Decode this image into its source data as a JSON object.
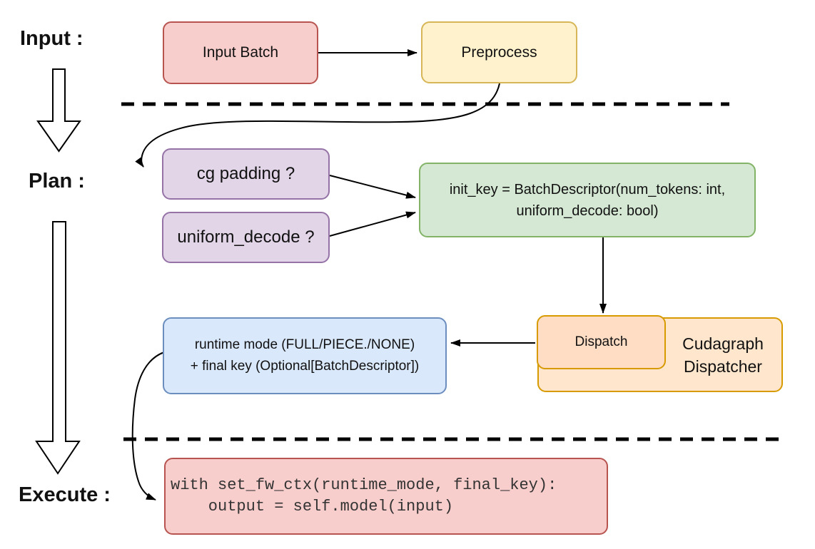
{
  "stages": {
    "input": "Input :",
    "plan": "Plan :",
    "execute": "Execute :"
  },
  "nodes": {
    "input_batch": {
      "label": "Input Batch"
    },
    "preprocess": {
      "label": "Preprocess"
    },
    "cg_padding": {
      "label": "cg padding ?"
    },
    "uniform_decode": {
      "label": "uniform_decode ?"
    },
    "init_key": {
      "line1": "init_key = BatchDescriptor(num_tokens: int,",
      "line2": "uniform_decode: bool)"
    },
    "dispatch": {
      "label": "Dispatch"
    },
    "cudagraph_dispatcher": {
      "line1": "Cudagraph",
      "line2": "Dispatcher"
    },
    "runtime_mode": {
      "line1": "runtime mode (FULL/PIECE./NONE)",
      "line2": "+ final key (Optional[BatchDescriptor])"
    },
    "execute_code": {
      "line1": "with set_fw_ctx(runtime_mode, final_key):",
      "line2": "    output = self.model(input)"
    }
  },
  "colors": {
    "node-red-fill": "#f8cecc",
    "node-red-stroke": "#b85450",
    "node-yellow-fill": "#fff2cc",
    "node-yellow-stroke": "#d6b656",
    "node-purple-fill": "#e1d5e7",
    "node-purple-stroke": "#9673a6",
    "node-green-fill": "#d5e8d4",
    "node-green-stroke": "#82b366",
    "node-blue-fill": "#dae8fc",
    "node-blue-stroke": "#6c8ebf",
    "node-orange-fill": "#ffe6cc",
    "node-orange-stroke": "#d79b00",
    "node-orange-inner-fill": "#ffdcc4",
    "arrow-color": "#000000",
    "text-color": "#111111",
    "code-text-color": "#333333"
  }
}
